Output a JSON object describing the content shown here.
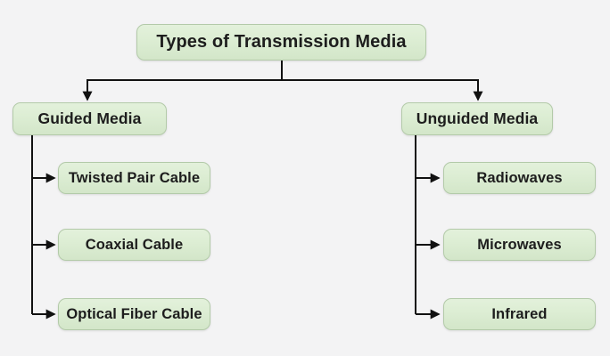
{
  "diagram": {
    "title": "Types of Transmission Media",
    "branches": [
      {
        "label": "Guided Media",
        "children": [
          "Twisted Pair Cable",
          "Coaxial Cable",
          "Optical Fiber Cable"
        ]
      },
      {
        "label": "Unguided Media",
        "children": [
          "Radiowaves",
          "Microwaves",
          "Infrared"
        ]
      }
    ]
  },
  "colors": {
    "background": "#f3f3f4",
    "box_fill": "#dcedd3",
    "box_fill_top": "#e3f1db",
    "box_fill_bottom": "#d3e6c9",
    "box_border": "#b3caa9",
    "connector": "#111111",
    "text": "#1d1d1d"
  }
}
